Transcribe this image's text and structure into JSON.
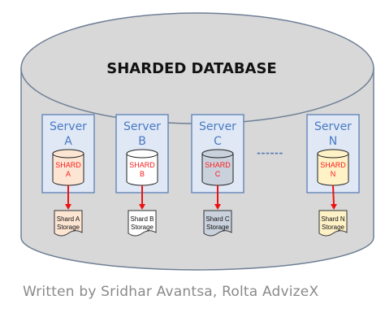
{
  "title": "SHARDED DATABASE",
  "credit": "Written by Sridhar Avantsa, Rolta AdvizeX",
  "ellipsis": "------",
  "servers": [
    {
      "label_line1": "Server",
      "label_line2": "A",
      "shard_line1": "SHARD",
      "shard_line2": "A",
      "storage_line1": "Shard A",
      "storage_line2": "Storage",
      "shard_fill": "#fde5d3",
      "storage_fill": "#fde5d3"
    },
    {
      "label_line1": "Server",
      "label_line2": "B",
      "shard_line1": "SHARD",
      "shard_line2": "B",
      "storage_line1": "Shard B",
      "storage_line2": "Storage",
      "shard_fill": "#ffffff",
      "storage_fill": "#ffffff"
    },
    {
      "label_line1": "Server",
      "label_line2": "C",
      "shard_line1": "SHARD",
      "shard_line2": "C",
      "storage_line1": "Shard C",
      "storage_line2": "Storage",
      "shard_fill": "#c9d1dc",
      "storage_fill": "#c9d1dc"
    },
    {
      "label_line1": "Server",
      "label_line2": "N",
      "shard_line1": "SHARD",
      "shard_line2": "N",
      "storage_line1": "Shard N",
      "storage_line2": "Storage",
      "shard_fill": "#fff2c7",
      "storage_fill": "#fff2c7"
    }
  ],
  "colors": {
    "cylinder_fill": "#d8d8d8",
    "cylinder_stroke": "#6f7f95",
    "server_box_fill": "#dfe8f4",
    "server_box_stroke": "#5b7eb5",
    "server_label": "#4a79c4",
    "shard_label": "#ff1a1a",
    "arrow": "#ee1111",
    "title": "#111111"
  }
}
